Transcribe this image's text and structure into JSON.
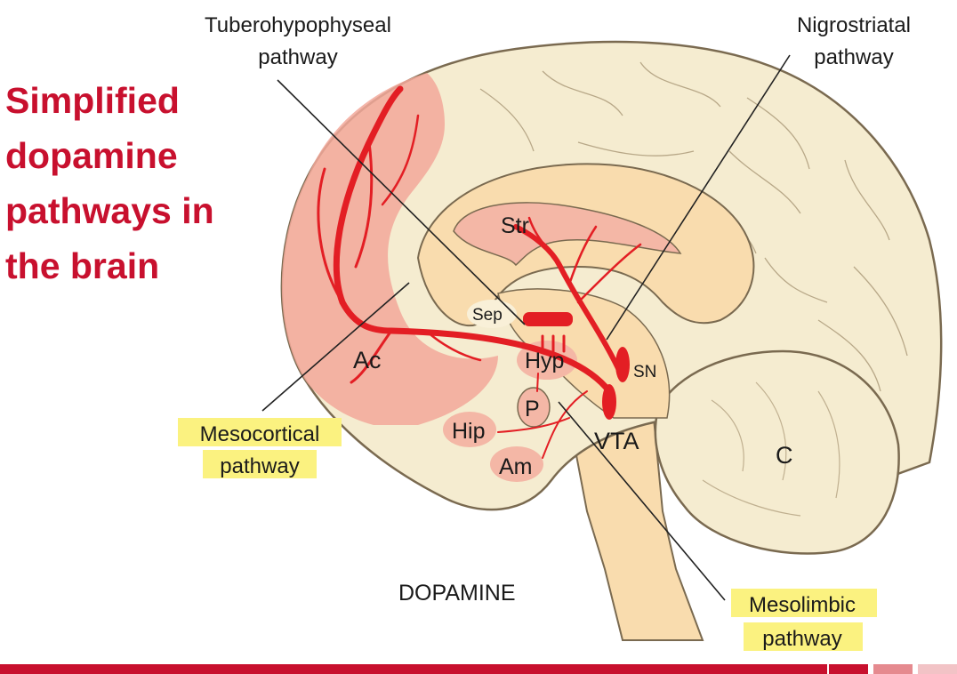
{
  "title_lines": [
    "Simplified",
    "dopamine",
    "pathways in",
    "the brain"
  ],
  "pathways": {
    "tuberohypophyseal": [
      "Tuberohypophyseal",
      "pathway"
    ],
    "nigrostriatal": [
      "Nigrostriatal",
      "pathway"
    ],
    "mesocortical": [
      "Mesocortical",
      "pathway"
    ],
    "mesolimbic": [
      "Mesolimbic",
      "pathway"
    ]
  },
  "regions": {
    "str": "Str",
    "sep": "Sep",
    "ac": "Ac",
    "hyp": "Hyp",
    "sn": "SN",
    "p": "P",
    "hip": "Hip",
    "vta": "VTA",
    "am": "Am",
    "c": "C"
  },
  "neurotransmitter": "DOPAMINE",
  "colors": {
    "pathway_red": "#e31e24",
    "title_red": "#c8102e",
    "brain_cortex": "#f5ecd0",
    "brain_inner": "#f9dcae",
    "frontal_highlight": "#f2a89a",
    "nucleus_pink": "#f4b7a6",
    "highlighter": "#fbf280"
  }
}
